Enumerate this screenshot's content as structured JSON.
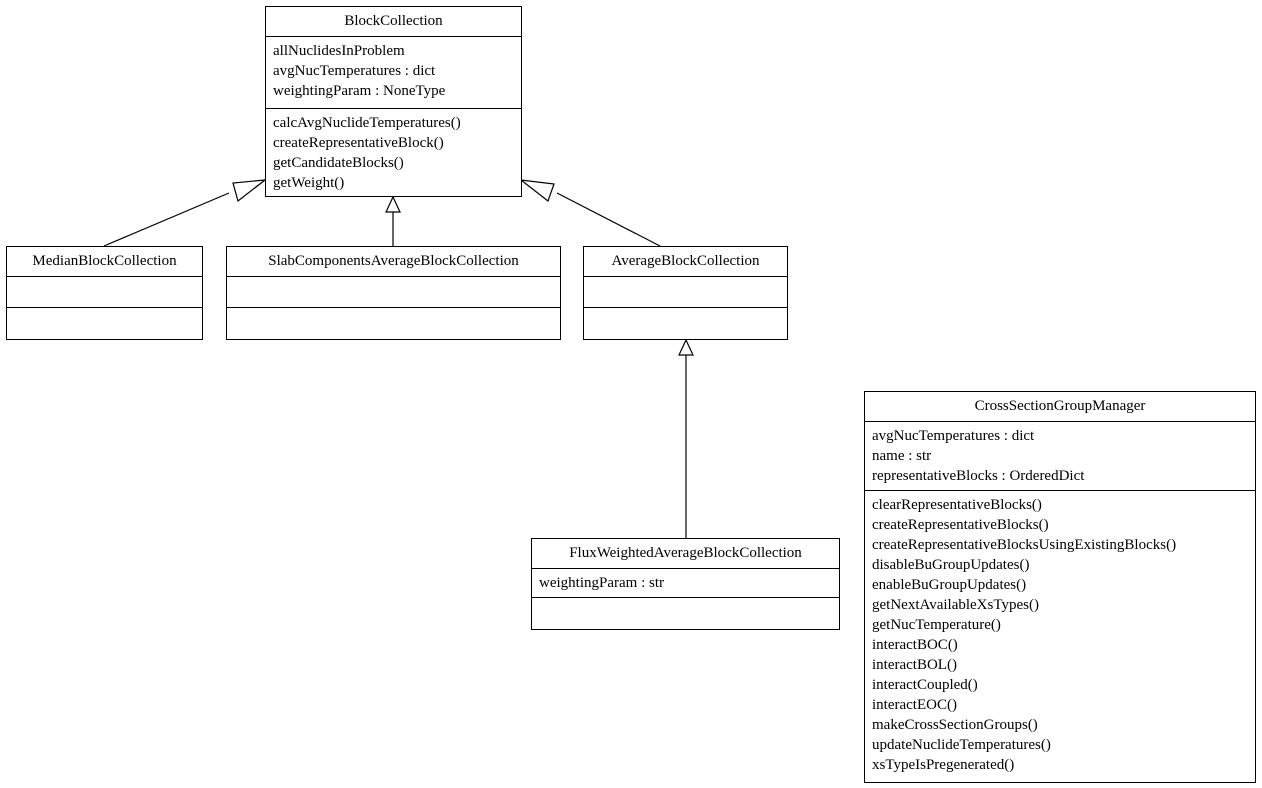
{
  "diagram": {
    "type": "uml-class-diagram",
    "title": "",
    "background_color": "#ffffff",
    "line_color": "#000000",
    "text_color": "#000000"
  },
  "classes": [
    {
      "id": "block-collection",
      "name": "BlockCollection",
      "attributes": [
        "allNuclidesInProblem",
        "avgNucTemperatures : dict",
        "weightingParam : NoneType"
      ],
      "methods": [
        "calcAvgNuclideTemperatures()",
        "createRepresentativeBlock()",
        "getCandidateBlocks()",
        "getWeight()"
      ]
    },
    {
      "id": "median-block-collection",
      "name": "MedianBlockCollection",
      "attributes": [],
      "methods": []
    },
    {
      "id": "slab-components-average-block-collection",
      "name": "SlabComponentsAverageBlockCollection",
      "attributes": [],
      "methods": []
    },
    {
      "id": "average-block-collection",
      "name": "AverageBlockCollection",
      "attributes": [],
      "methods": []
    },
    {
      "id": "flux-weighted-average-block-collection",
      "name": "FluxWeightedAverageBlockCollection",
      "attributes": [
        "weightingParam : str"
      ],
      "methods": []
    },
    {
      "id": "cross-section-group-manager",
      "name": "CrossSectionGroupManager",
      "attributes": [
        "avgNucTemperatures : dict",
        "name : str",
        "representativeBlocks : OrderedDict"
      ],
      "methods": [
        "clearRepresentativeBlocks()",
        "createRepresentativeBlocks()",
        "createRepresentativeBlocksUsingExistingBlocks()",
        "disableBuGroupUpdates()",
        "enableBuGroupUpdates()",
        "getNextAvailableXsTypes()",
        "getNucTemperature()",
        "interactBOC()",
        "interactBOL()",
        "interactCoupled()",
        "interactEOC()",
        "makeCrossSectionGroups()",
        "updateNuclideTemperatures()",
        "xsTypeIsPregenerated()"
      ]
    }
  ],
  "relationships": [
    {
      "kind": "generalization",
      "from": "MedianBlockCollection",
      "to": "BlockCollection"
    },
    {
      "kind": "generalization",
      "from": "SlabComponentsAverageBlockCollection",
      "to": "BlockCollection"
    },
    {
      "kind": "generalization",
      "from": "AverageBlockCollection",
      "to": "BlockCollection"
    },
    {
      "kind": "generalization",
      "from": "FluxWeightedAverageBlockCollection",
      "to": "AverageBlockCollection"
    }
  ]
}
